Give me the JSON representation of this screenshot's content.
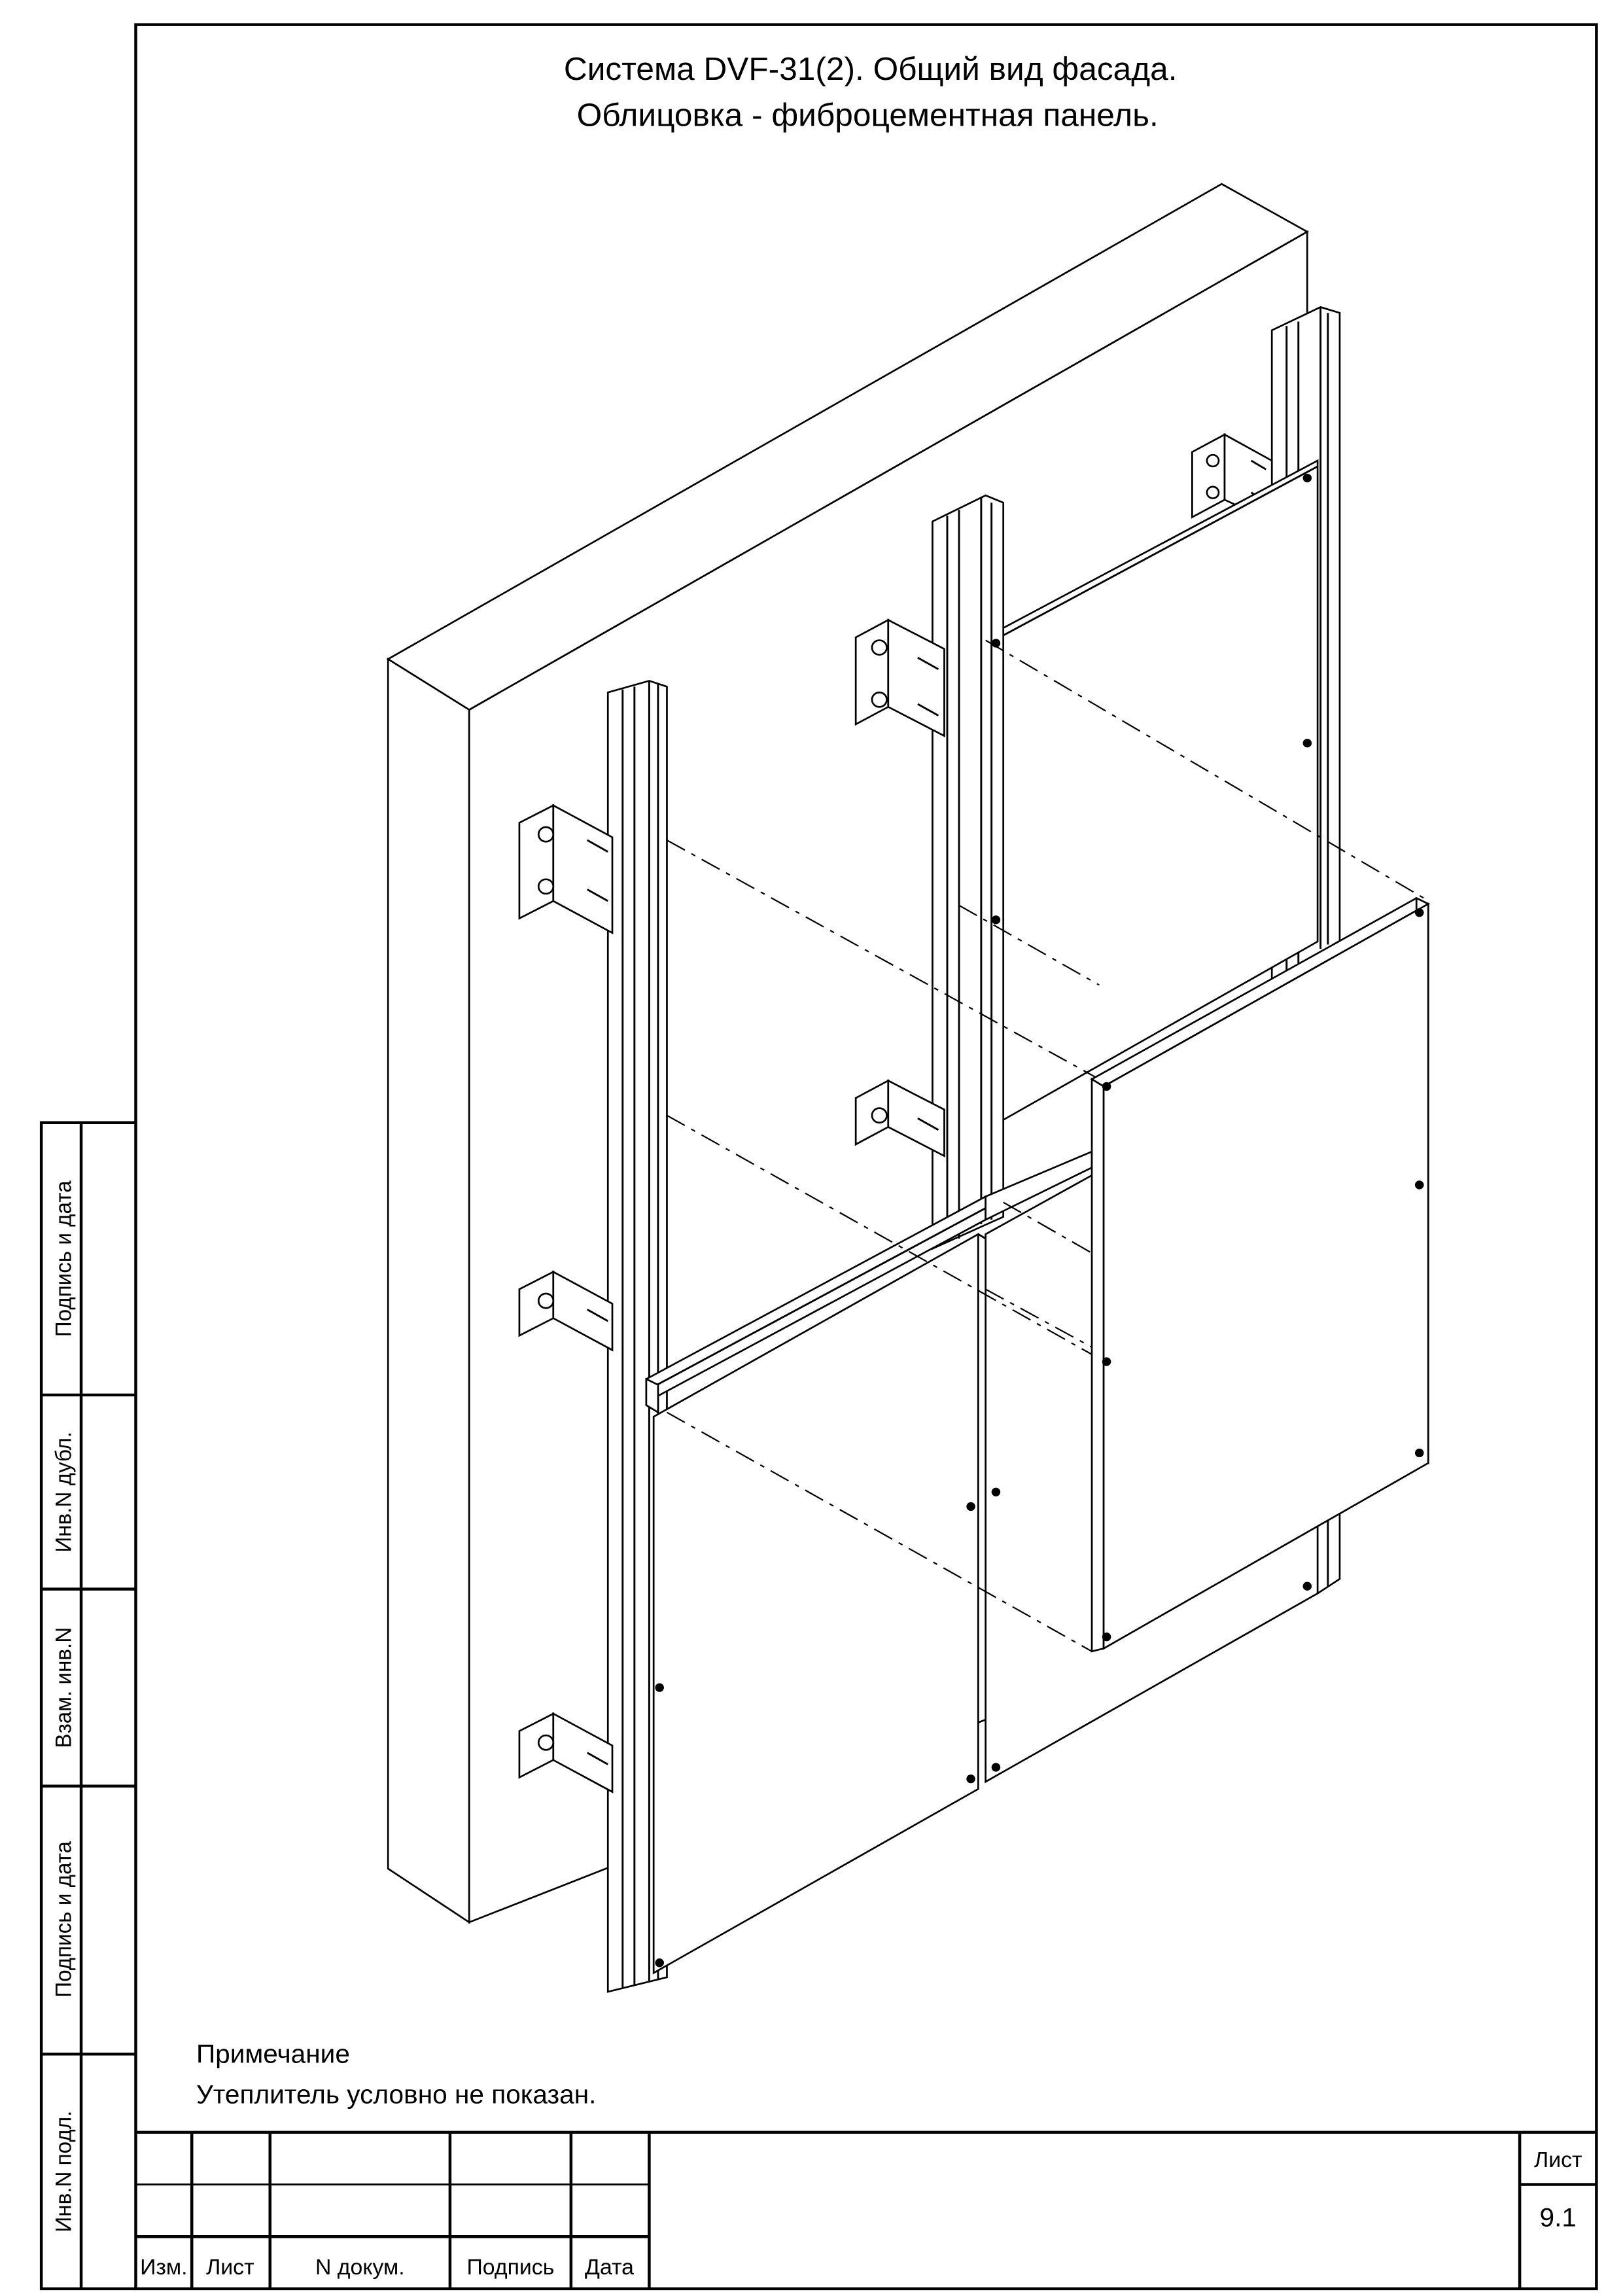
{
  "title": {
    "line1": "Система DVF-31(2). Общий вид фасада.",
    "line2": "Облицовка - фиброцементная панель."
  },
  "note": {
    "heading": "Примечание",
    "text": "Утеплитель условно не показан."
  },
  "side_stamps": [
    {
      "label": "Подпись и дата"
    },
    {
      "label": "Инв.N дубл."
    },
    {
      "label": "Взам. инв.N"
    },
    {
      "label": "Подпись и дата"
    },
    {
      "label": "Инв.N подл."
    }
  ],
  "title_block": {
    "columns": [
      "Изм.",
      "Лист",
      "N докум.",
      "Подпись",
      "Дата"
    ],
    "sheet_label": "Лист",
    "sheet_number": "9.1"
  }
}
